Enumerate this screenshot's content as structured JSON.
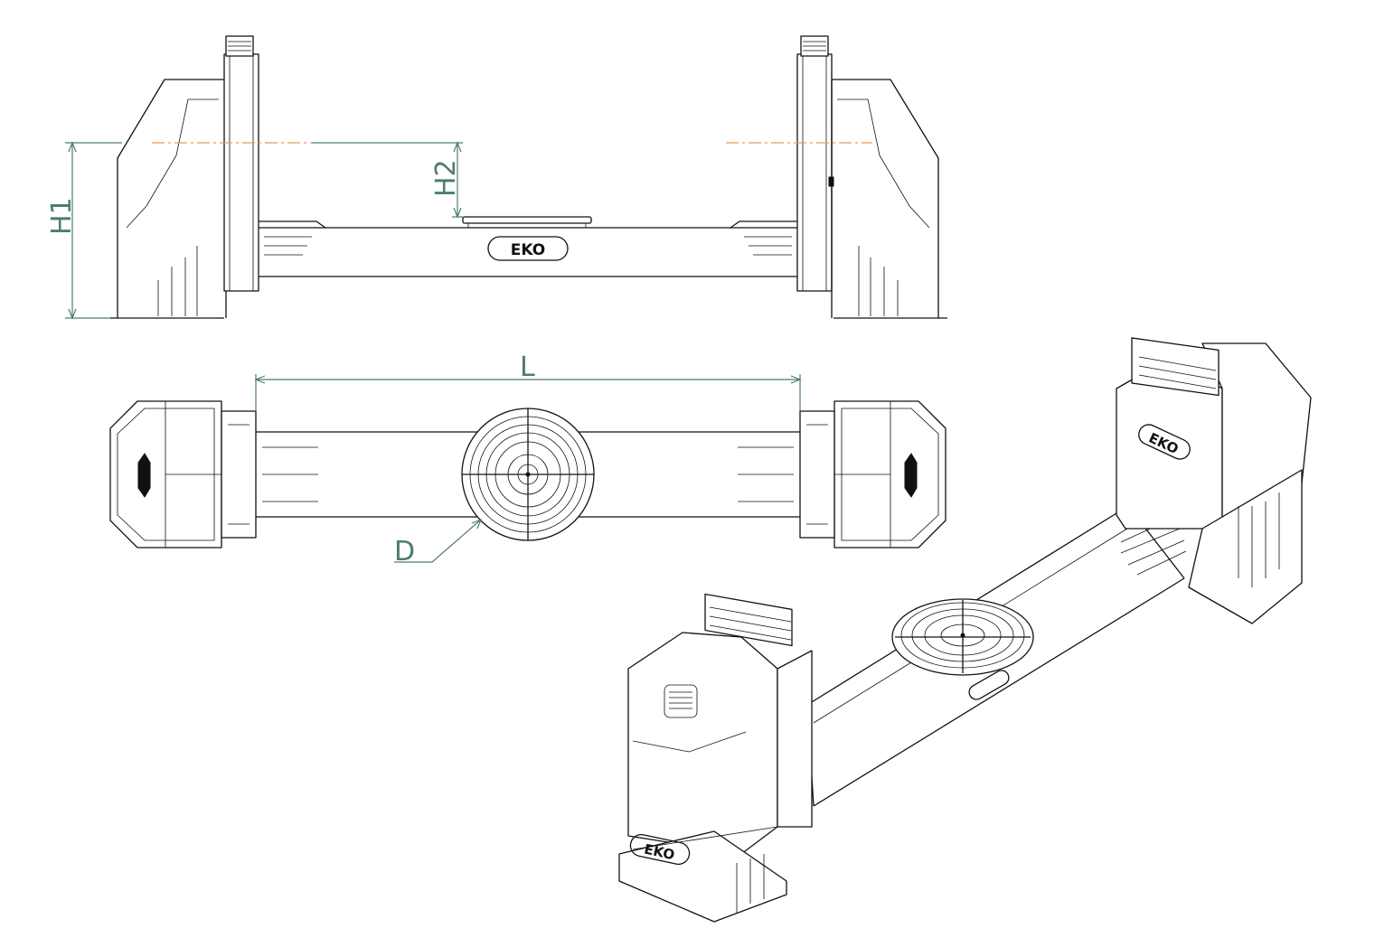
{
  "dimensions": {
    "h1": "H1",
    "h2": "H2",
    "l": "L",
    "d": "D"
  },
  "brand": "EKO",
  "colors": {
    "dimension": "#4d7c70",
    "axis": "#e89a57",
    "linework": "#111111"
  }
}
